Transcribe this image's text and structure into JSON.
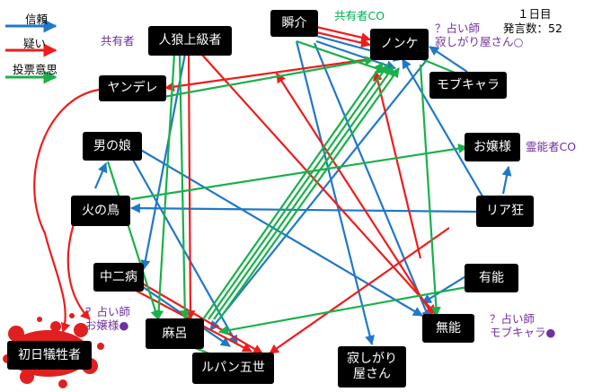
{
  "colors": {
    "trust": "#1f78c8",
    "doubt": "#ee1c1c",
    "vote": "#1ab04a",
    "role_text": "#7030a0",
    "co_text": "#00b050"
  },
  "legend": {
    "trust": "信頼",
    "doubt": "疑い",
    "vote": "投票意思"
  },
  "meta": {
    "day": "１日目",
    "count": "発言数：52"
  },
  "nodes": {
    "shunsuke": "瞬介",
    "nonke": "ノンケ",
    "jinro": "人狼上級者",
    "yandere": "ヤンデレ",
    "mobchara": "モブキャラ",
    "otokonoko": "男の娘",
    "ojousama": "お嬢様",
    "hinotori": "火の鳥",
    "riakyou": "リア狂",
    "chuunibyou": "中二病",
    "yuunou": "有能",
    "mabo": "麻呂",
    "munou": "無能",
    "lupin": "ルパン五世",
    "sabishigari": "寂しがり\n屋さん",
    "victim": "初日犠牲者"
  },
  "annotations": {
    "kyouyuu_co": "共有者CO",
    "kyouyuusha": "共有者",
    "nonke_note": "？占い師\n寂しがり屋さん○",
    "reinou_co": "霊能者CO",
    "mabo_note": "？占い師\nお嬢様●",
    "munou_note": "？占い師\nモブキャラ●"
  }
}
